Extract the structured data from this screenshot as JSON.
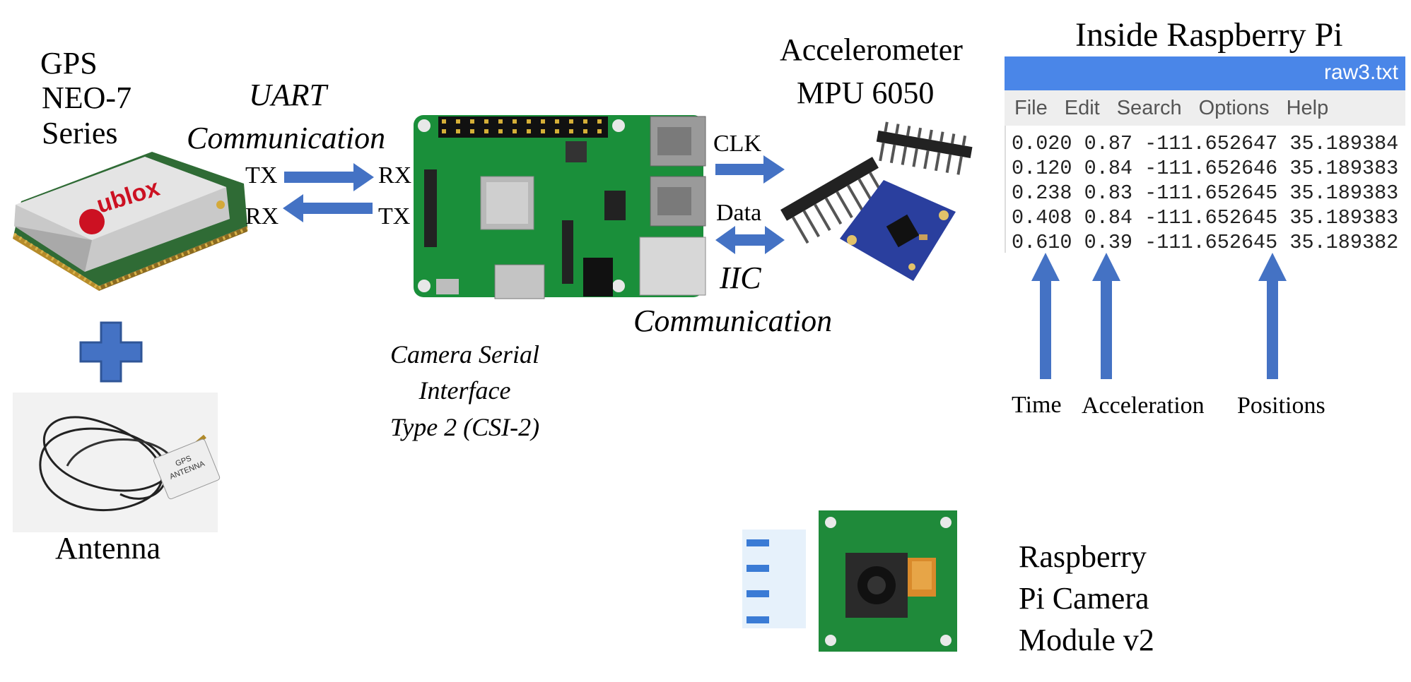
{
  "gps": {
    "lines": [
      "GPS",
      "NEO-7",
      "Series"
    ],
    "chip_brand": "ublox"
  },
  "antenna": {
    "label": "Antenna",
    "sticker_line1": "GPS",
    "sticker_line2": "ANTENNA"
  },
  "uart": {
    "title_line1": "UART",
    "title_line2": "Communication",
    "tx_left": "TX",
    "rx_left": "RX",
    "rx_right": "RX",
    "tx_right": "TX"
  },
  "csi": {
    "lines": [
      "Camera Serial",
      "Interface",
      "Type 2 (CSI-2)"
    ]
  },
  "accelerometer": {
    "title_line1": "Accelerometer",
    "title_line2": "MPU 6050",
    "clk": "CLK",
    "data": "Data",
    "iic_line1": "IIC",
    "iic_line2": "Communication"
  },
  "pi_inside": {
    "title": "Inside Raspberry Pi",
    "window_title": "raw3.txt",
    "menu": [
      "File",
      "Edit",
      "Search",
      "Options",
      "Help"
    ],
    "rows": [
      "0.020 0.87 -111.652647 35.189384",
      "0.120 0.84 -111.652646 35.189383",
      "0.238 0.83 -111.652645 35.189383",
      "0.408 0.84 -111.652645 35.189383",
      "0.610 0.39 -111.652645 35.189382"
    ],
    "captions": {
      "time": "Time",
      "acceleration": "Acceleration",
      "positions": "Positions"
    }
  },
  "camera": {
    "lines": [
      "Raspberry",
      "Pi Camera",
      "Module v2"
    ]
  },
  "colors": {
    "arrow": "#4472c4",
    "board_green": "#1a8f3a",
    "module_blue": "#2a3f9e"
  }
}
